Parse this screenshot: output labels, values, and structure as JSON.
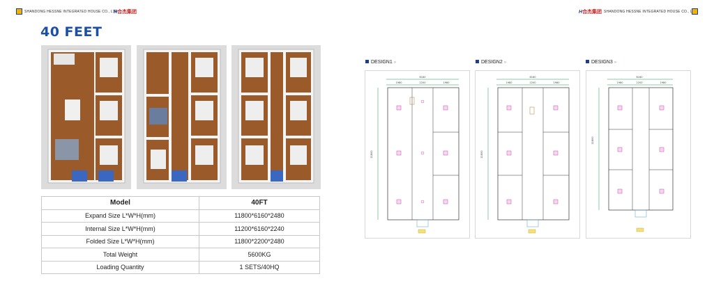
{
  "header": {
    "left_company": "SHANDONG HESSNE INTEGRATED HOUSE CO., LTD",
    "right_company": "SHANDONG HESSNE INTEGRATED HOUSE CO., LTD",
    "logo_text": "合杰集团",
    "logo_mark": "H",
    "accent": "#f0b400",
    "brand": "#1d3f8a"
  },
  "page": {
    "title": "40 FEET"
  },
  "specs": {
    "header": [
      "Model",
      "40FT"
    ],
    "rows": [
      {
        "label": "Expand Size L*W*H(mm)",
        "value": "11800*6160*2480"
      },
      {
        "label": "Internal Size L*W*H(mm)",
        "value": "11200*6160*2240"
      },
      {
        "label": "Folded Size L*W*H(mm)",
        "value": "11800*2200*2480"
      },
      {
        "label": "Total Weight",
        "value": "5600KG"
      },
      {
        "label": "Loading Quantity",
        "value": "1 SETS/40HQ"
      }
    ]
  },
  "designs": [
    {
      "label": "DESIGN1",
      "chev": "»",
      "dims": {
        "top": "6160",
        "a": "1980",
        "b": "2200",
        "c": "1980",
        "side": "11800"
      }
    },
    {
      "label": "DESIGN2",
      "chev": "»",
      "dims": {
        "top": "6160",
        "a": "1980",
        "b": "2200",
        "c": "1980",
        "side": "11800"
      }
    },
    {
      "label": "DESIGN3",
      "chev": "»",
      "dims": {
        "top": "6160",
        "a": "1980",
        "b": "2200",
        "c": "1980",
        "side": "11800"
      }
    }
  ]
}
